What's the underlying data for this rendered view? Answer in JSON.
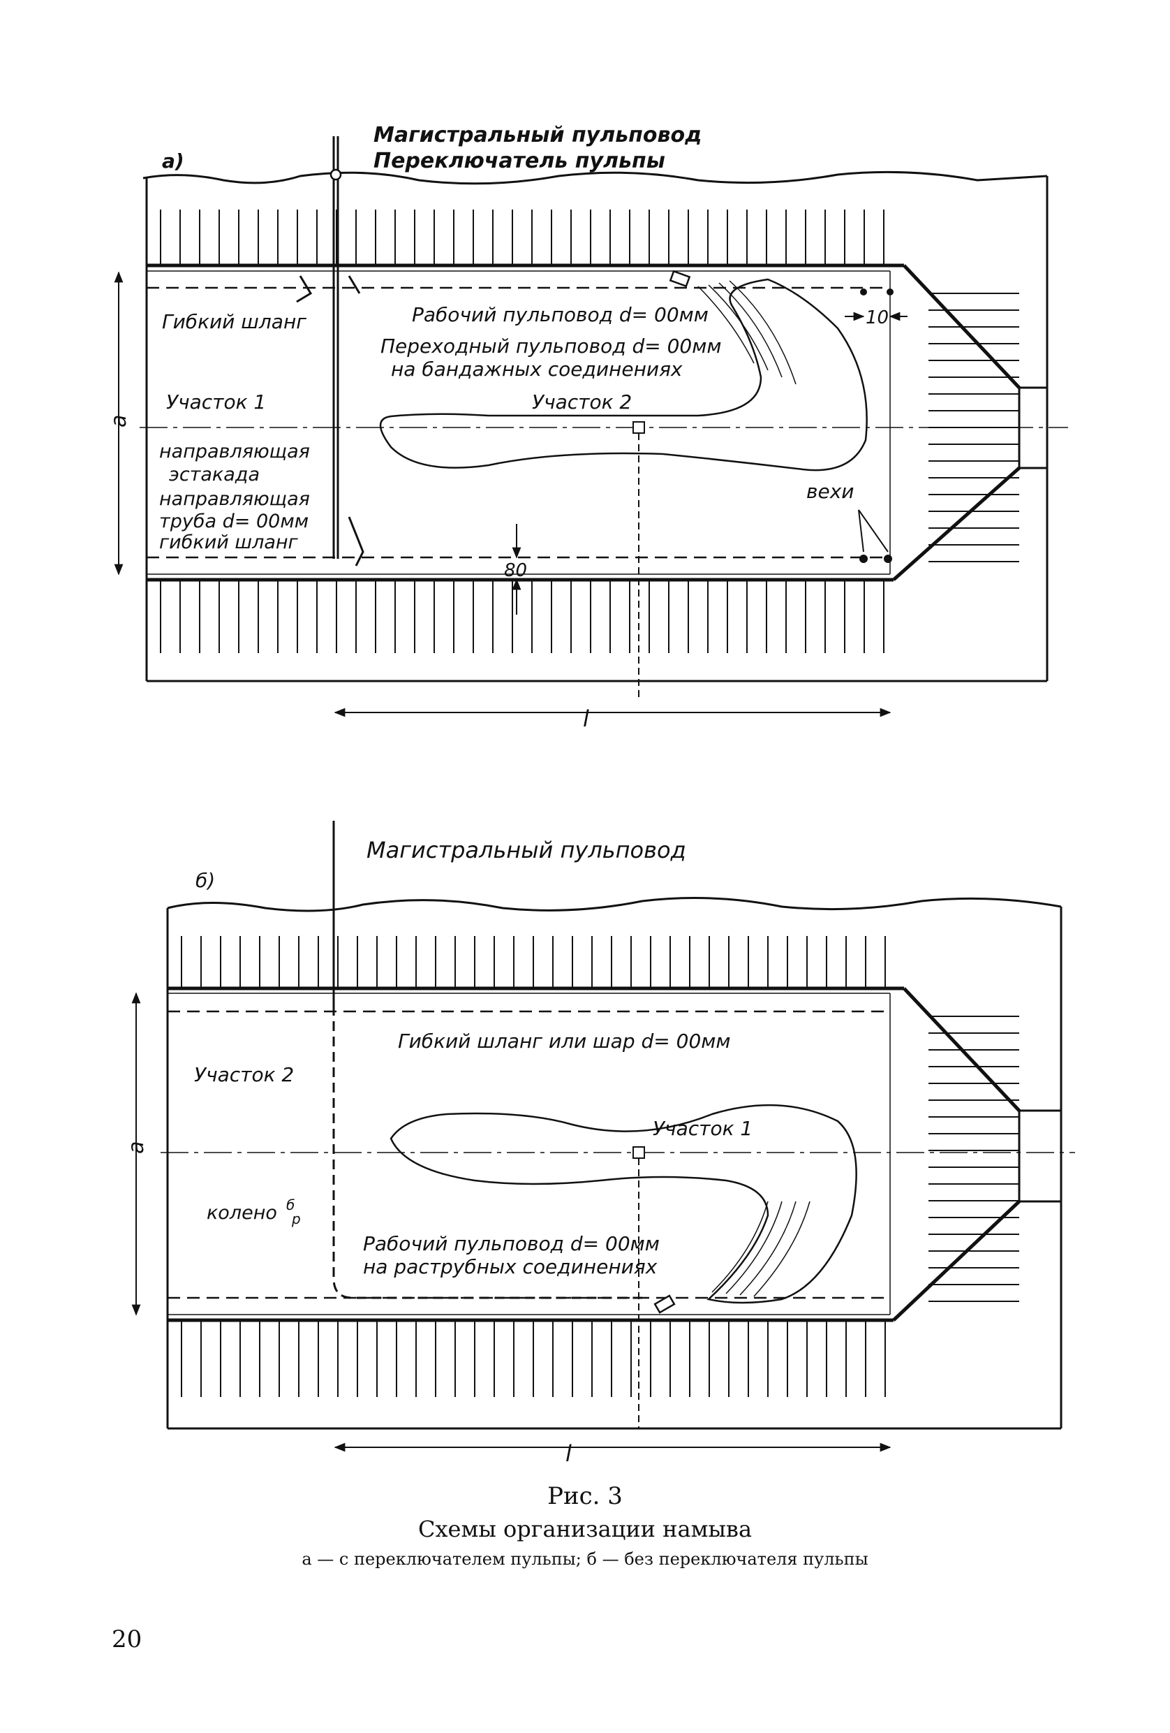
{
  "page_number": "20",
  "caption": {
    "figure": "Рис. 3",
    "title": "Схемы организации намыва",
    "subtitle": "а — с переключателем пульпы; б — без переключателя пульпы"
  },
  "diagram_a": {
    "panel_label": "а)",
    "main_pipe": "Магистральный пульповод",
    "switch": "Переключатель пульпы",
    "hose": "Гибкий шланг",
    "working_pipe": "Рабочий пульповод d= 00мм",
    "transition_pipe_1": "Переходный пульповод d= 00мм",
    "transition_pipe_2": "на бандажных соединениях",
    "section1": "Участок 1",
    "section2": "Участок 2",
    "guide_trestle_1": "направляющая",
    "guide_trestle_2": "эстакада",
    "guide_pipe_1": "направляющая",
    "guide_pipe_2": "труба d= 00мм",
    "hose2": "гибкий шланг",
    "markers": "вехи",
    "dim_10": "10",
    "dim_80": "80",
    "dim_a": "а",
    "dim_l": "l"
  },
  "diagram_b": {
    "panel_label": "б)",
    "main_pipe": "Магистральный пульповод",
    "hose": "Гибкий шланг или шар d= 00мм",
    "section2": "Участок 2",
    "section1": "Участок 1",
    "elbow": "колено",
    "elbow_frac_top": "б",
    "elbow_frac_bot": "р",
    "working_pipe_1": "Рабочий пульповод d= 00мм",
    "working_pipe_2": "на раструбных соединениях",
    "dim_a": "а",
    "dim_l": "l"
  }
}
